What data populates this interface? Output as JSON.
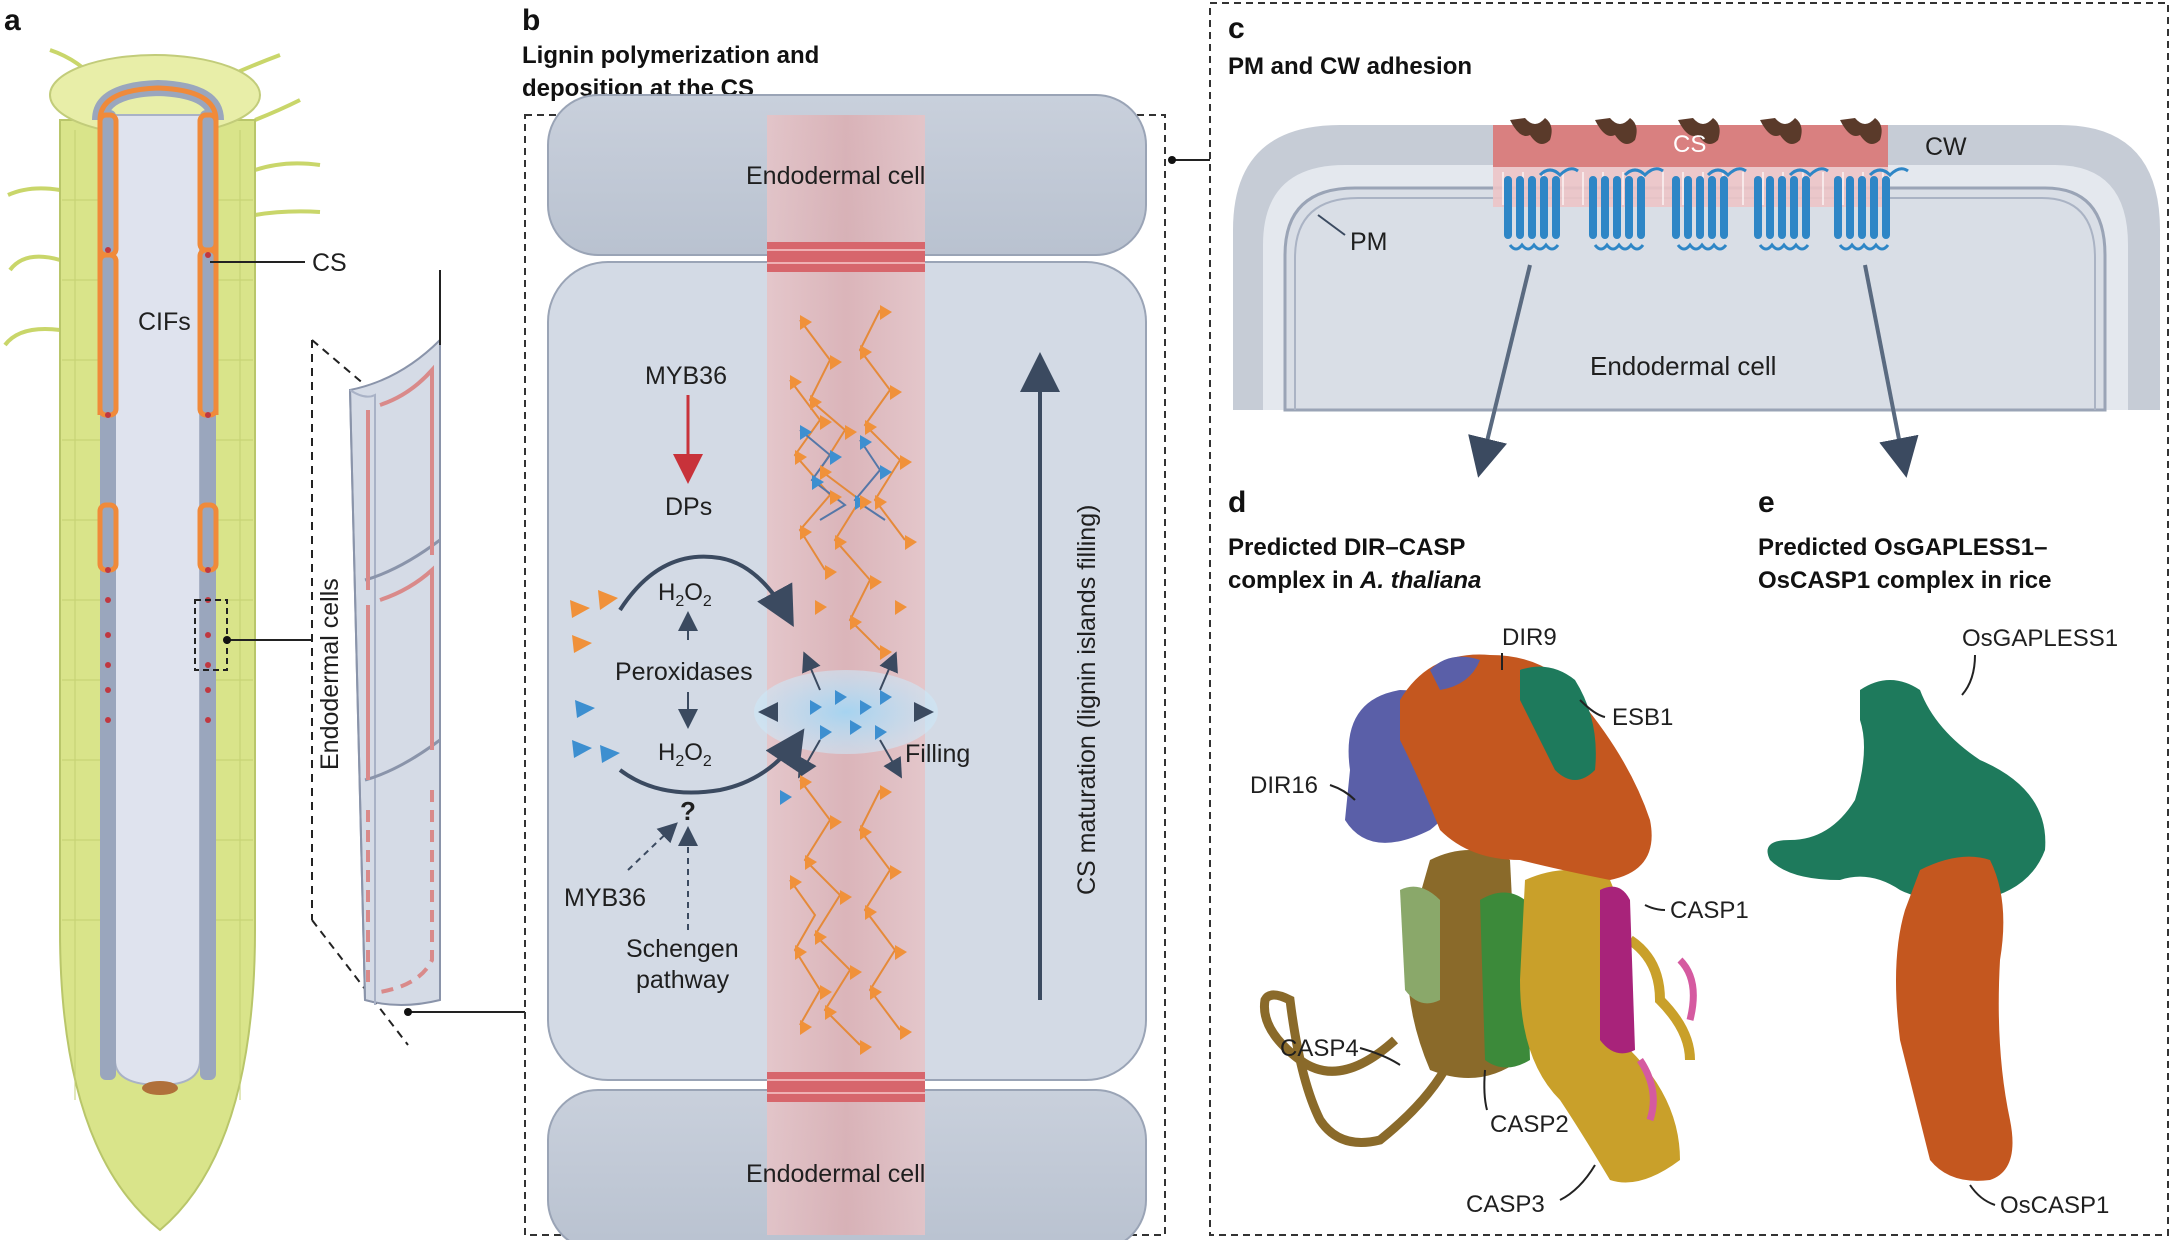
{
  "panel_a": {
    "letter": "a",
    "cs_label": "CS",
    "cifs_label": "CIFs",
    "endodermal_cells_label": "Endodermal cells"
  },
  "panel_b": {
    "letter": "b",
    "title_line1": "Lignin polymerization and",
    "title_line2": "deposition at the CS",
    "endodermal_top": "Endodermal cell",
    "endodermal_bottom": "Endodermal cell",
    "myb36_top": "MYB36",
    "dps": "DPs",
    "h2o2_top": "H",
    "h2o2_bottom": "H",
    "sub2": "2",
    "o": "O",
    "peroxidases": "Peroxidases",
    "question": "?",
    "myb36_bottom": "MYB36",
    "schengen_line1": "Schengen",
    "schengen_line2": "pathway",
    "filling": "Filling",
    "maturation": "CS maturation (lignin islands filling)"
  },
  "panel_c": {
    "letter": "c",
    "title": "PM and CW adhesion",
    "cs": "CS",
    "cw": "CW",
    "pm": "PM",
    "endodermal": "Endodermal cell"
  },
  "panel_d": {
    "letter": "d",
    "title_line1": "Predicted DIR–CASP",
    "title_line2_a": "complex in ",
    "title_line2_b": "A. thaliana",
    "dir9": "DIR9",
    "esb1": "ESB1",
    "dir16": "DIR16",
    "casp1": "CASP1",
    "casp4": "CASP4",
    "casp2": "CASP2",
    "casp3": "CASP3"
  },
  "panel_e": {
    "letter": "e",
    "title_line1": "Predicted OsGAPLESS1–",
    "title_line2": "OsCASP1 complex in rice",
    "osgapless1": "OsGAPLESS1",
    "oscasp1": "OsCASP1"
  },
  "colors": {
    "root_yellow": "#d9e48a",
    "cif_orange": "#f08a3a",
    "cell_gray_blue": "#cdd4df",
    "cs_band": "#d97a7a",
    "lignin_orange": "#f0913a",
    "lignin_blue": "#3d8fd0",
    "casp_blue": "#2e86c6",
    "dir_orange": "#c4571f",
    "esb_green": "#1e7a5c",
    "dir16_purple": "#5a5fa8",
    "casp4_brown": "#8a6a2a",
    "casp2_green": "#3c8a3a",
    "casp3_gold": "#c9a02a",
    "casp1_magenta": "#a8237a"
  }
}
